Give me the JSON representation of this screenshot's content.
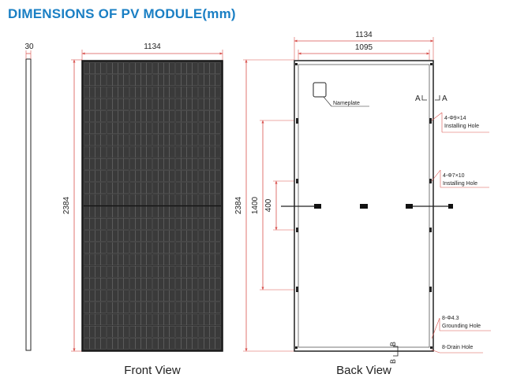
{
  "title": "DIMENSIONS OF PV MODULE(mm)",
  "colors": {
    "title": "#1a7fc4",
    "dimension": "#d9534f",
    "frame": "#222222"
  },
  "side_view": {
    "thickness": "30"
  },
  "front_view": {
    "label": "Front View",
    "width": "1134",
    "height": "2384"
  },
  "back_view": {
    "label": "Back View",
    "width_outer": "1134",
    "width_inner": "1095",
    "height": "2384",
    "hole_spacing_outer": "1400",
    "hole_spacing_inner": "400",
    "nameplate": "Nameplate",
    "section_a": "A",
    "section_b": "B",
    "installing_hole_1_spec": "4-Φ9×14",
    "installing_hole_1_name": "Installing Hole",
    "installing_hole_2_spec": "4-Φ7×10",
    "installing_hole_2_name": "Installing Hole",
    "grounding_hole_spec": "8-Φ4.3",
    "grounding_hole_name": "Grounding Hole",
    "drain_hole": "8-Drain Hole"
  }
}
